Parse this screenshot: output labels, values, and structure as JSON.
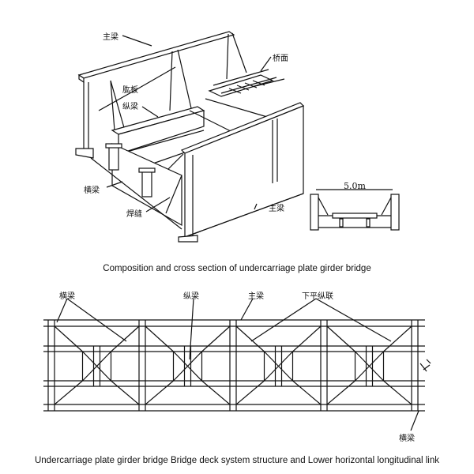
{
  "figure1": {
    "labels": {
      "main_girder_top": "主梁",
      "bridge_deck": "桥面",
      "web_plate": "肱板",
      "stringer": "纵梁",
      "cross_beam": "横梁",
      "weld_seam": "焊缝",
      "main_girder_bottom": "主梁"
    },
    "cross_section_dimension": "5.0m",
    "caption": "Composition and cross section of undercarriage plate girder bridge"
  },
  "figure2": {
    "labels": {
      "cross_beam_top": "横梁",
      "stringer": "纵梁",
      "main_girder": "主梁",
      "lower_lateral_bracing": "下平纵联",
      "cross_beam_bottom": "横梁"
    },
    "caption": "Undercarriage plate girder bridge Bridge deck system structure and Lower horizontal longitudinal link"
  }
}
